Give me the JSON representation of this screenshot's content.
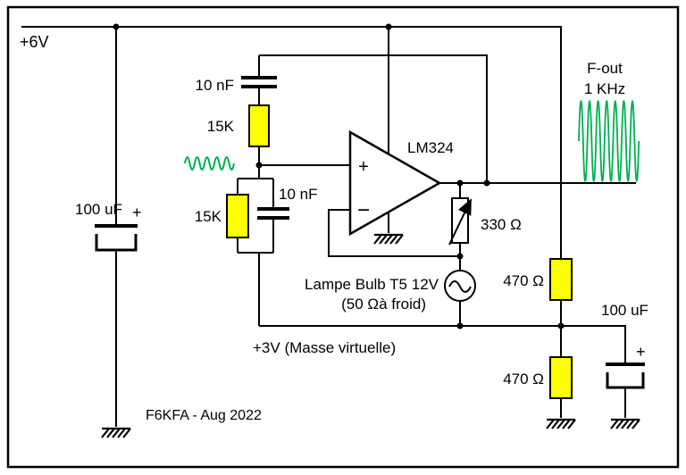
{
  "colors": {
    "background": "#ffffff",
    "wire": "#000000",
    "resistor_fill": "#ffff00",
    "signal_green": "#00b050"
  },
  "power": {
    "supply_label": "+6V"
  },
  "components": {
    "input_cap": {
      "value": "100 uF",
      "polarity": "+"
    },
    "series_cap": {
      "value": "10 nF"
    },
    "series_res": {
      "value": "15K"
    },
    "parallel_res": {
      "value": "15K"
    },
    "parallel_cap": {
      "value": "10 nF"
    },
    "opamp": {
      "label": "LM324",
      "noninverting": "+",
      "inverting": "−"
    },
    "gain_pot": {
      "value": "330 Ω"
    },
    "lamp": {
      "title": "Lampe Bulb T5 12V",
      "subtitle": "(50 Ωà froid)"
    },
    "divider_res_top": {
      "value": "470 Ω"
    },
    "divider_res_bottom": {
      "value": "470 Ω"
    },
    "output_cap": {
      "value": "100 uF",
      "polarity": "+"
    }
  },
  "annotations": {
    "output_label_line1": "F-out",
    "output_label_line2": "1 KHz",
    "virtual_ground_label": "+3V (Masse virtuelle)",
    "credit": "F6KFA - Aug 2022"
  }
}
